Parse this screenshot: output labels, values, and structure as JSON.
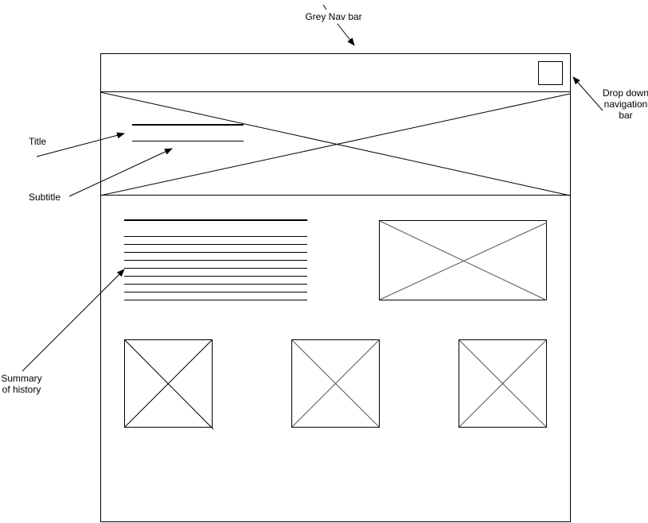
{
  "annotations": {
    "nav_bar": "Grey Nav bar",
    "title": "Title",
    "subtitle": "Subtitle",
    "summary": "Summary of history",
    "dropdown": "Drop down navigation bar"
  },
  "colors": {
    "stroke": "#000000",
    "placeholder_stroke": "#555555",
    "background": "#ffffff"
  }
}
